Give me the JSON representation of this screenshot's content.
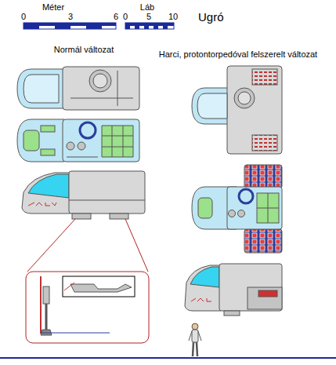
{
  "diagram": {
    "title": "Ugró",
    "labels": [
      "Méter",
      "0",
      "3",
      "6",
      "Láb",
      "0",
      "5",
      "10",
      "Normál változat",
      "Harci, protontorpedóval felszerelt változat"
    ]
  }
}
